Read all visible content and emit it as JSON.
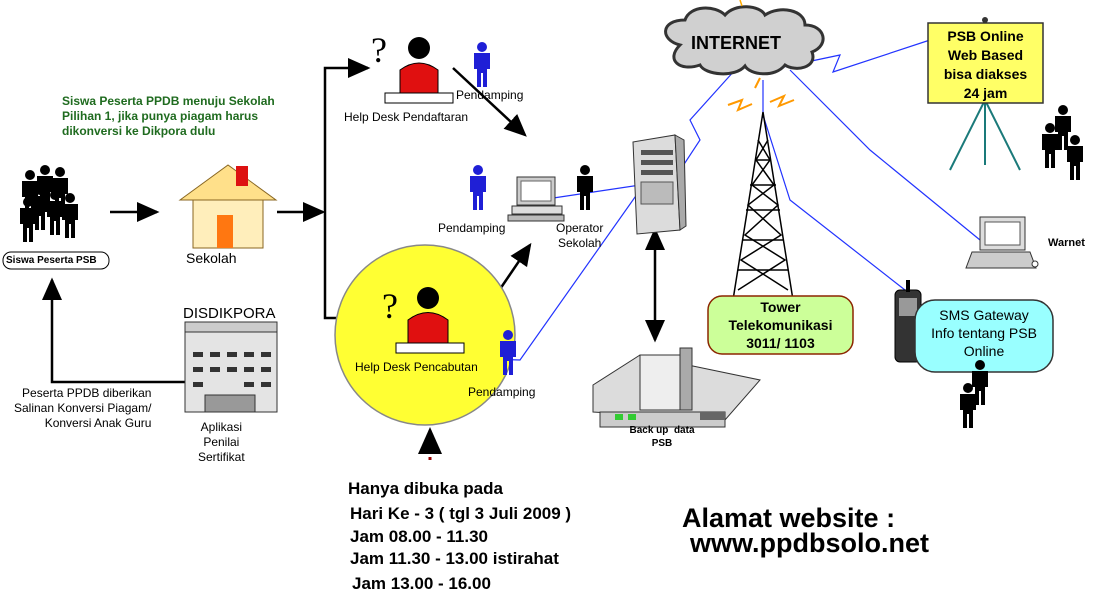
{
  "nodes": {
    "siswa_psb": "Siswa Peserta PSB",
    "sekolah": "Sekolah",
    "disdikpora": "DISDIKPORA",
    "aplikasi": "Aplikasi\nPenilai\nSertifikat",
    "help_pendaftaran": "Help Desk Pendaftaran",
    "help_pencabutan": "Help Desk Pencabutan",
    "pendamping_1": "Pendamping",
    "pendamping_2": "Pendamping",
    "pendamping_3": "Pendamping",
    "operator": "Operator\nSekolah",
    "internet": "INTERNET",
    "psb_online": "PSB Online\nWeb Based\nbisa diakses\n24 jam",
    "warnet": "Warnet",
    "tower": "Tower\nTelekomunikasi\n3011/ 1103",
    "sms_gateway": "SMS Gateway\nInfo tentang PSB\nOnline",
    "backup": "Back up  data\nPSB"
  },
  "notes": {
    "pilihan": "Siswa Peserta PPDB menuju Sekolah\nPilihan 1, jika punya piagam harus\ndikonversi ke Dikpora dulu",
    "konversi": "Peserta PPDB diberikan\nSalinan Konversi Piagam/\nKonversi Anak Guru"
  },
  "schedule": {
    "title": "Hanya dibuka pada",
    "day": "Hari Ke - 3 ( tgl 3 Juli 2009 )",
    "slot1": "Jam 08.00 - 11.30",
    "slot2": "Jam 11.30 - 13.00 istirahat",
    "slot3": "Jam 13.00 - 16.00"
  },
  "website": {
    "label": "Alamat website :",
    "url": "www.ppdbsolo.net"
  },
  "colors": {
    "person_blue": "#1f1fd6",
    "person_black": "#000000",
    "note_green": "#1f6b1f",
    "help_circle": "#ffff33",
    "help_person": "#e01010",
    "tower_box": "#ccff99",
    "sms_box": "#99ffff",
    "psb_board": "#ffff66",
    "link_blue": "#2233ff"
  },
  "icons": [
    "question-icon",
    "person-icon",
    "house-icon",
    "building-icon",
    "computer-icon",
    "server-icon",
    "tower-icon",
    "phone-icon",
    "cloud-icon",
    "easel-icon",
    "laptop-icon",
    "backup-server-icon",
    "lightning-icon"
  ]
}
